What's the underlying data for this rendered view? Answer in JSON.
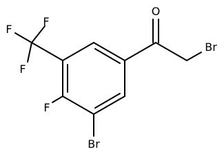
{
  "molecule": {
    "atoms": {
      "oxygen": "O",
      "bromine_alpha": "Br",
      "bromine_ring": "Br",
      "fluorine_ring": "F",
      "cf3_fluorine_1": "F",
      "cf3_fluorine_2": "F",
      "cf3_fluorine_3": "F"
    },
    "colors": {
      "line": "#000000",
      "background": "#ffffff"
    }
  }
}
